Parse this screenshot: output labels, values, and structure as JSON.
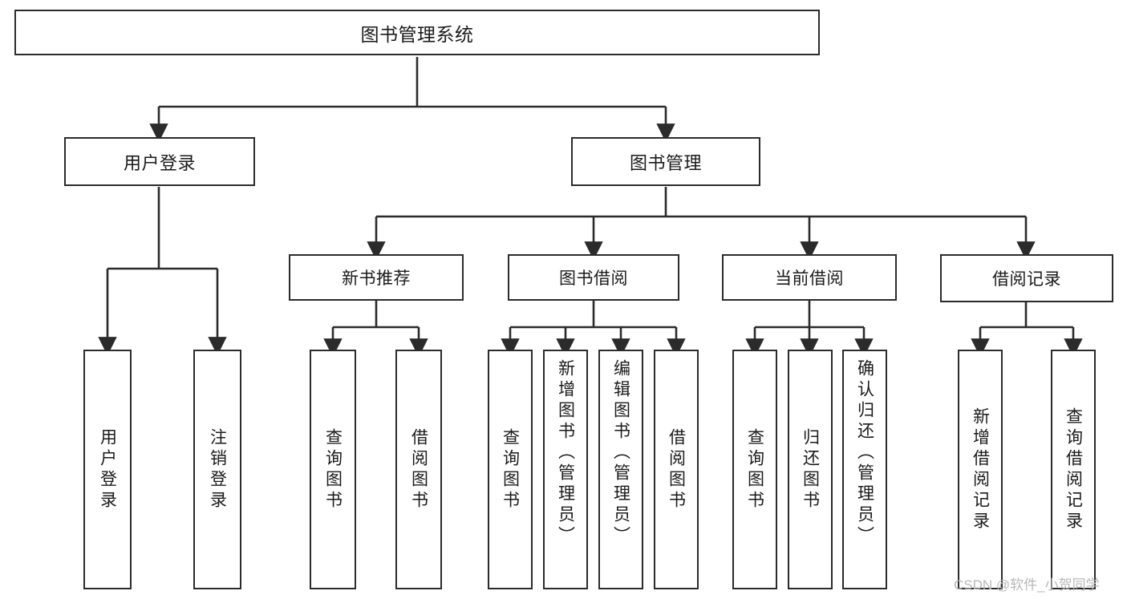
{
  "diagram": {
    "type": "tree-hierarchy",
    "title": "图书管理系统",
    "root": {
      "label": "图书管理系统"
    },
    "level2": [
      {
        "id": "user-login",
        "label": "用户登录"
      },
      {
        "id": "book-management",
        "label": "图书管理"
      }
    ],
    "level3": [
      {
        "id": "new-book-recommend",
        "label": "新书推荐"
      },
      {
        "id": "book-borrow",
        "label": "图书借阅"
      },
      {
        "id": "current-borrow",
        "label": "当前借阅"
      },
      {
        "id": "borrow-record",
        "label": "借阅记录"
      }
    ],
    "leaves": [
      {
        "id": "leaf-user-login",
        "label": "用户登录",
        "parent": "user-login"
      },
      {
        "id": "leaf-user-logout",
        "label": "注销登录",
        "parent": "user-login"
      },
      {
        "id": "leaf-query-book-1",
        "label": "查询图书",
        "parent": "new-book-recommend"
      },
      {
        "id": "leaf-borrow-book-1",
        "label": "借阅图书",
        "parent": "new-book-recommend"
      },
      {
        "id": "leaf-query-book-2",
        "label": "查询图书",
        "parent": "book-borrow"
      },
      {
        "id": "leaf-add-book",
        "label": "新增图书（管理员）",
        "parent": "book-borrow"
      },
      {
        "id": "leaf-edit-book",
        "label": "编辑图书（管理员）",
        "parent": "book-borrow"
      },
      {
        "id": "leaf-borrow-book-2",
        "label": "借阅图书",
        "parent": "book-borrow"
      },
      {
        "id": "leaf-query-book-3",
        "label": "查询图书",
        "parent": "current-borrow"
      },
      {
        "id": "leaf-return-book",
        "label": "归还图书",
        "parent": "current-borrow"
      },
      {
        "id": "leaf-confirm-return",
        "label": "确认归还（管理员）",
        "parent": "current-borrow"
      },
      {
        "id": "leaf-add-record",
        "label": "新增借阅记录",
        "parent": "borrow-record"
      },
      {
        "id": "leaf-query-record",
        "label": "查询借阅记录",
        "parent": "borrow-record"
      }
    ]
  },
  "watermark": {
    "text": "CSDN @软件_小贺同学"
  },
  "colors": {
    "stroke": "#2b2b2b",
    "background": "#ffffff",
    "text": "#1a1a1a",
    "watermark": "#b8b8b8"
  }
}
